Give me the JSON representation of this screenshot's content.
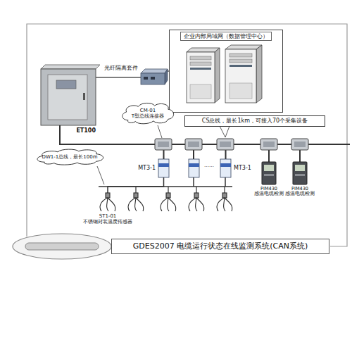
{
  "diagram": {
    "title": "GDES2007 电缆运行状态在线监测系统(CAN系统)",
    "nodes": [
      {
        "text": [
          "企业内部局域网（数据管理中心）"
        ]
      },
      {
        "text": [
          "ET100"
        ]
      },
      {
        "text": [
          "光纤隔离套件"
        ]
      },
      {
        "text": [
          "CM-01 T型总线连接器"
        ]
      },
      {
        "text": [
          "CS总线，最长1km，可接入70个采集设备"
        ]
      },
      {
        "text": [
          "DW1-1总线，最长100m"
        ]
      },
      {
        "text": [
          "MT3-1"
        ]
      },
      {
        "text": [
          "MT3-1"
        ]
      },
      {
        "text": [
          "PIM430 感温电缆检测"
        ]
      },
      {
        "text": [
          "PIM430 感温电缆检测"
        ]
      },
      {
        "text": [
          "ST1-01 不锈钢封装温度传感器"
        ]
      }
    ],
    "edges": [
      {
        "from": 1,
        "to": 2,
        "arrow": "none"
      },
      {
        "from": 2,
        "to": 0,
        "arrow": "none"
      },
      {
        "from": 1,
        "to": 6,
        "arrow": "none"
      },
      {
        "from": 1,
        "to": 7,
        "arrow": "none"
      },
      {
        "from": 1,
        "to": 8,
        "arrow": "none"
      },
      {
        "from": 1,
        "to": 9,
        "arrow": "none"
      },
      {
        "from": 6,
        "to": 10,
        "arrow": "none"
      }
    ],
    "labels": [
      "……"
    ]
  }
}
